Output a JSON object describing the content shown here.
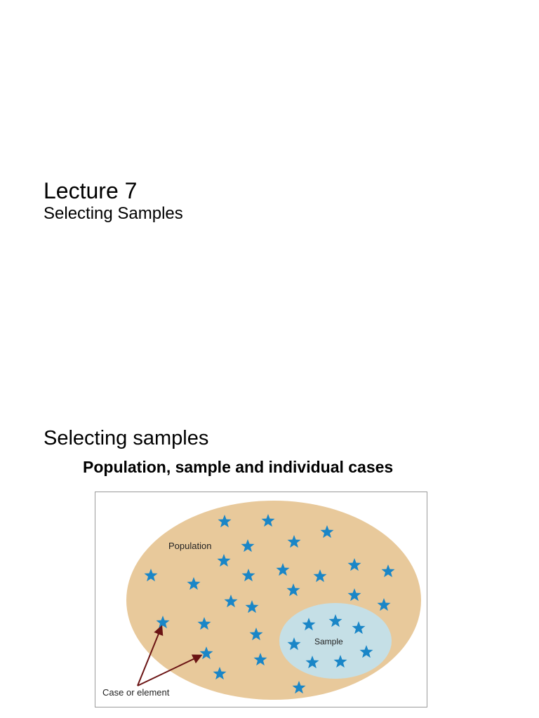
{
  "slide1": {
    "title": "Lecture 7",
    "subtitle": "Selecting Samples"
  },
  "slide2": {
    "heading": "Selecting samples",
    "figure_title": "Population, sample and individual cases",
    "diagram": {
      "population_label": "Population",
      "sample_label": "Sample",
      "case_label": "Case or element",
      "colors": {
        "population_fill": "#e8c99b",
        "sample_fill": "#c5dfe6",
        "star": "#1a86c7",
        "arrow": "#6b1414"
      }
    }
  }
}
